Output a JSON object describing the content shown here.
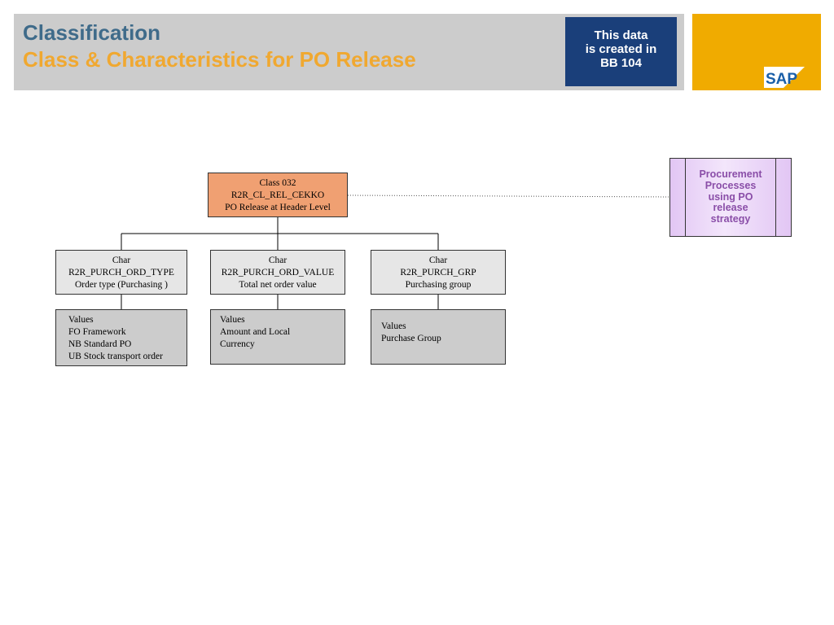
{
  "header": {
    "title": "Classification",
    "subtitle": "Class & Characteristics for PO Release",
    "note": [
      "This data",
      "is created in",
      "BB 104"
    ],
    "logo_text": "SAP"
  },
  "colors": {
    "title": "#3f6b8a",
    "subtitle": "#f0a830",
    "note_bg": "#1a3f7a",
    "logo_band": "#f0ab00",
    "class_box": "#f0a072",
    "char_box": "#e6e6e6",
    "value_box": "#cccccc",
    "process_text": "#8a4ea8"
  },
  "diagram": {
    "class_box": {
      "lines": [
        "Class  032",
        "R2R_CL_REL_CEKKO",
        "PO Release at Header Level"
      ]
    },
    "characteristics": [
      {
        "lines": [
          "Char",
          "R2R_PURCH_ORD_TYPE",
          "Order type  (Purchasing )"
        ]
      },
      {
        "lines": [
          "Char",
          "R2R_PURCH_ORD_VALUE",
          "Total net order value"
        ]
      },
      {
        "lines": [
          "Char",
          "R2R_PURCH_GRP",
          "Purchasing group"
        ]
      }
    ],
    "values": [
      {
        "lines": [
          "Values",
          "FO Framework",
          "NB Standard PO",
          "UB Stock transport order"
        ]
      },
      {
        "lines": [
          "Values",
          "Amount and Local",
          "Currency"
        ]
      },
      {
        "lines": [
          "Values",
          "Purchase Group"
        ]
      }
    ],
    "process_box": {
      "lines": [
        "Procurement",
        "Processes",
        "using PO",
        "release",
        "strategy"
      ]
    }
  }
}
